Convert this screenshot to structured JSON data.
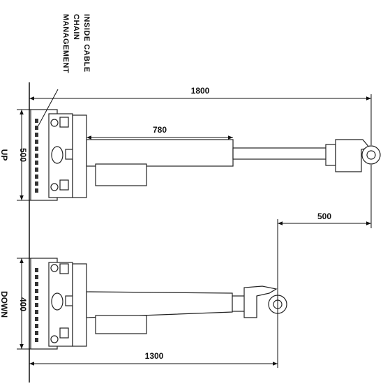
{
  "annotation": {
    "lines": [
      "INSIDE CABLE",
      "CHAIN",
      "MANAGEMENT"
    ]
  },
  "dimensions": {
    "reach_up": "1800",
    "actuator_stroke": "780",
    "mount_height_up": "500",
    "vertical_travel": "500",
    "mount_height_down": "400",
    "reach_down": "1300"
  },
  "states": {
    "up": "UP",
    "down": "DOWN"
  }
}
